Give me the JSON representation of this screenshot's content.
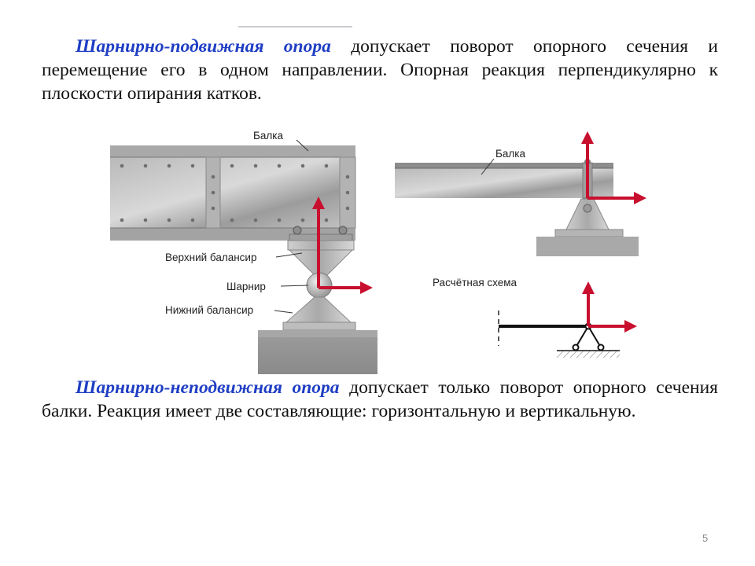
{
  "paragraph1": {
    "term": "Шарнирно-подвижная опора",
    "text": " допускает поворот опорного сечения и перемещение его в одном направлении. Опорная реакция перпендикулярно к плоскости опирания катков."
  },
  "figure_left": {
    "beam_label": "Балка",
    "upper_balancer_label": "Верхний балансир",
    "hinge_label": "Шарнир",
    "lower_balancer_label": "Нижний балансир"
  },
  "figure_right": {
    "beam_label": "Балка",
    "scheme_label": "Расчётная схема"
  },
  "paragraph2": {
    "term": "Шарнирно-неподвижная опора",
    "text": " допускает только поворот опорного сечения балки. Реакция имеет две составляющие: горизонтальную и вертикальную."
  },
  "page_number": "5",
  "colors": {
    "accent_text": "#1f3ec4",
    "arrow": "#c8102e"
  }
}
